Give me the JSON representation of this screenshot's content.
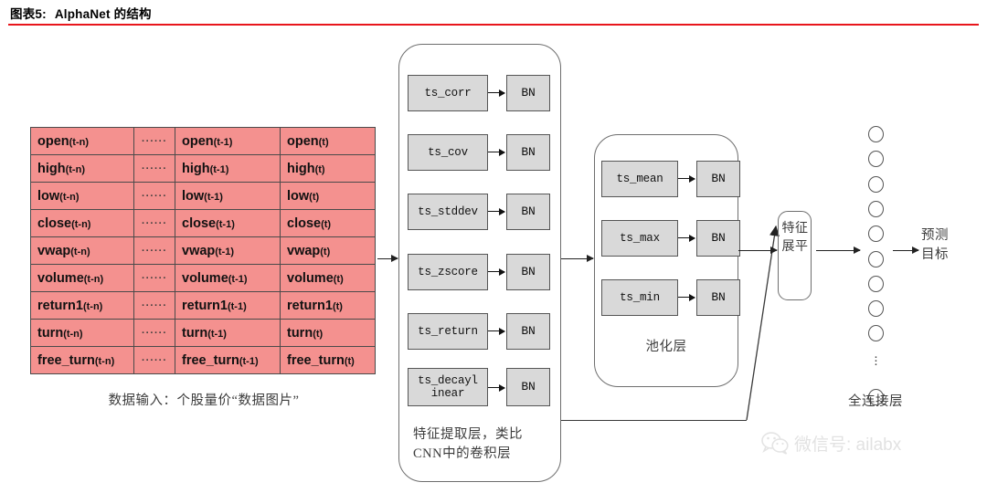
{
  "header": {
    "figure_number": "图表5:",
    "title": "AlphaNet 的结构",
    "rule_color": "#e8161c"
  },
  "input_table": {
    "caption": "数据输入：个股量价“数据图片”",
    "cell_color": "#f4918f",
    "dots": "······",
    "rows": [
      {
        "name": "open",
        "t_n": "open",
        "t_1": "open",
        "t": "open"
      },
      {
        "name": "high",
        "t_n": "high",
        "t_1": "high",
        "t": "high"
      },
      {
        "name": "low",
        "t_n": "low",
        "t_1": "low",
        "t": "low"
      },
      {
        "name": "close",
        "t_n": "close",
        "t_1": "close",
        "t": "close"
      },
      {
        "name": "vwap",
        "t_n": "vwap",
        "t_1": "vwap",
        "t": "vwap"
      },
      {
        "name": "volume",
        "t_n": "volume",
        "t_1": "volume",
        "t": "volume"
      },
      {
        "name": "return1",
        "t_n": "return1",
        "t_1": "return1",
        "t": "return1"
      },
      {
        "name": "turn",
        "t_n": "turn",
        "t_1": "turn",
        "t": "turn"
      },
      {
        "name": "free_turn",
        "t_n": "free_turn",
        "t_1": "free_turn",
        "t": "free_turn"
      }
    ],
    "subscripts": {
      "t_n": "(t-n)",
      "t_1": "(t-1)",
      "t": "(t)"
    }
  },
  "feature_extraction": {
    "caption_line1": "特征提取层，类比",
    "caption_line2": "CNN中的卷积层",
    "bn_label": "BN",
    "ops": [
      {
        "label": "ts_corr"
      },
      {
        "label": "ts_cov"
      },
      {
        "label": "ts_stddev"
      },
      {
        "label": "ts_zscore"
      },
      {
        "label": "ts_return"
      },
      {
        "label": "ts_decayl\ninear"
      }
    ]
  },
  "pooling": {
    "caption": "池化层",
    "bn_label": "BN",
    "ops": [
      {
        "label": "ts_mean"
      },
      {
        "label": "ts_max"
      },
      {
        "label": "ts_min"
      }
    ]
  },
  "flatten": {
    "line1": "特征",
    "line2": "展平"
  },
  "fully_connected": {
    "label": "全连接层",
    "neuron_count": 9,
    "ellipsis_then_extra_neurons": 1
  },
  "output": {
    "line1": "预测",
    "line2": "目标"
  },
  "watermark": {
    "text": "微信号: ailabx",
    "icon": "wechat-icon",
    "color": "#e2e2e2"
  }
}
